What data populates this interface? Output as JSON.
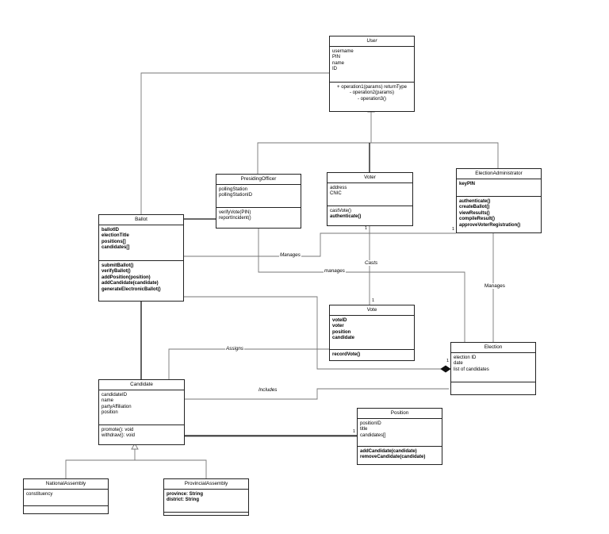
{
  "classes": {
    "user": {
      "name": "User",
      "attributes": [
        "username",
        "PIN",
        "name",
        "ID"
      ],
      "operations": [
        "+ operation1(params) returnType",
        "- operation2(params)",
        "- operation3()"
      ]
    },
    "presiding_officer": {
      "name": "PresidingOfficer",
      "attributes": [
        "pollingStation",
        "pollingStationID"
      ],
      "operations": [
        "verifyVote(PIN)",
        "reportIncident()"
      ]
    },
    "voter": {
      "name": "Voter",
      "attributes": [
        "address",
        "CNIC"
      ],
      "operations": [
        "castVote()",
        "authenticate()"
      ]
    },
    "election_administrator": {
      "name": "ElectionAdministrator",
      "attributes": [
        "keyPIN"
      ],
      "operations": [
        "authenticate()",
        "createBallot()",
        "viewResults()",
        "compileResult()",
        "approveVoterRegistration()"
      ]
    },
    "ballot": {
      "name": "Ballot",
      "attributes": [
        "ballotID",
        "electionTitle",
        "positions[]",
        "candidates[]"
      ],
      "operations": [
        "submitBallot()",
        "verifyBallot()",
        "addPosition(position)",
        "addCandidate(candidate)",
        "generateElectronicBallot()"
      ]
    },
    "vote": {
      "name": "Vote",
      "attributes": [
        "voteID",
        "voter",
        "position",
        "candidate"
      ],
      "operations": [
        "recordVote()"
      ]
    },
    "election": {
      "name": "Election",
      "attributes": [
        "election ID",
        "date",
        "list of candidates"
      ],
      "operations": []
    },
    "candidate": {
      "name": "Candidate",
      "attributes": [
        "candidateID",
        "name",
        "partyAffiliation",
        "position"
      ],
      "operations": [
        "promote(): void",
        "withdraw(): void"
      ]
    },
    "position": {
      "name": "Position",
      "attributes": [
        "positionID",
        "title",
        "candidates[]"
      ],
      "operations": [
        "addCandidate(candidate)",
        "removeCandidate(candidate)"
      ]
    },
    "national_assembly": {
      "name": "NationalAssembly",
      "attributes": [
        "constituency"
      ],
      "operations": []
    },
    "provincial_assembly": {
      "name": "ProvincialAssembly",
      "attributes": [
        "province: String",
        "district: String"
      ],
      "operations": []
    }
  },
  "relationships": {
    "manages_upper": "Manages",
    "manages_lower": "manages",
    "casts": "Casts",
    "manages_right": "Manages",
    "assigns": "Assigns",
    "includes": "Includes"
  },
  "multiplicities": {
    "admin_ballot": "1",
    "voter_vote_top": "1",
    "voter_vote_bottom": "1",
    "election_vote": "1",
    "candidate_position": "1"
  }
}
